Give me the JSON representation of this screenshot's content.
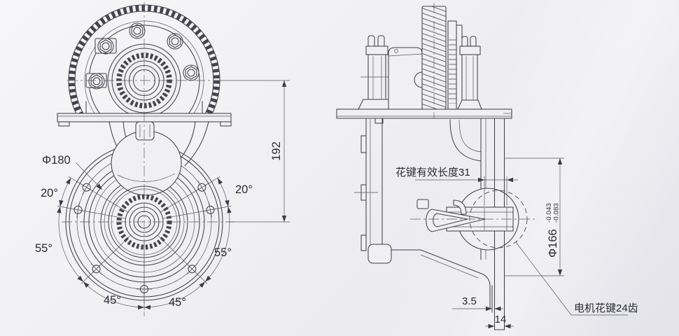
{
  "drawing": {
    "front_view": {
      "flange_diameter": "Φ180",
      "bolt_angle_20": "20°",
      "bolt_angle_55": "55°",
      "bolt_angle_45": "45°"
    },
    "side_view": {
      "center_height": "192",
      "spline_length_note": "花键有效长度31",
      "spigot_diameter": "Φ166",
      "spigot_tol_upper": "-0.043",
      "spigot_tol_lower": "-0.083",
      "face_offset": "3.5",
      "flange_thickness": "14",
      "motor_spline_note": "电机花键24齿"
    }
  }
}
